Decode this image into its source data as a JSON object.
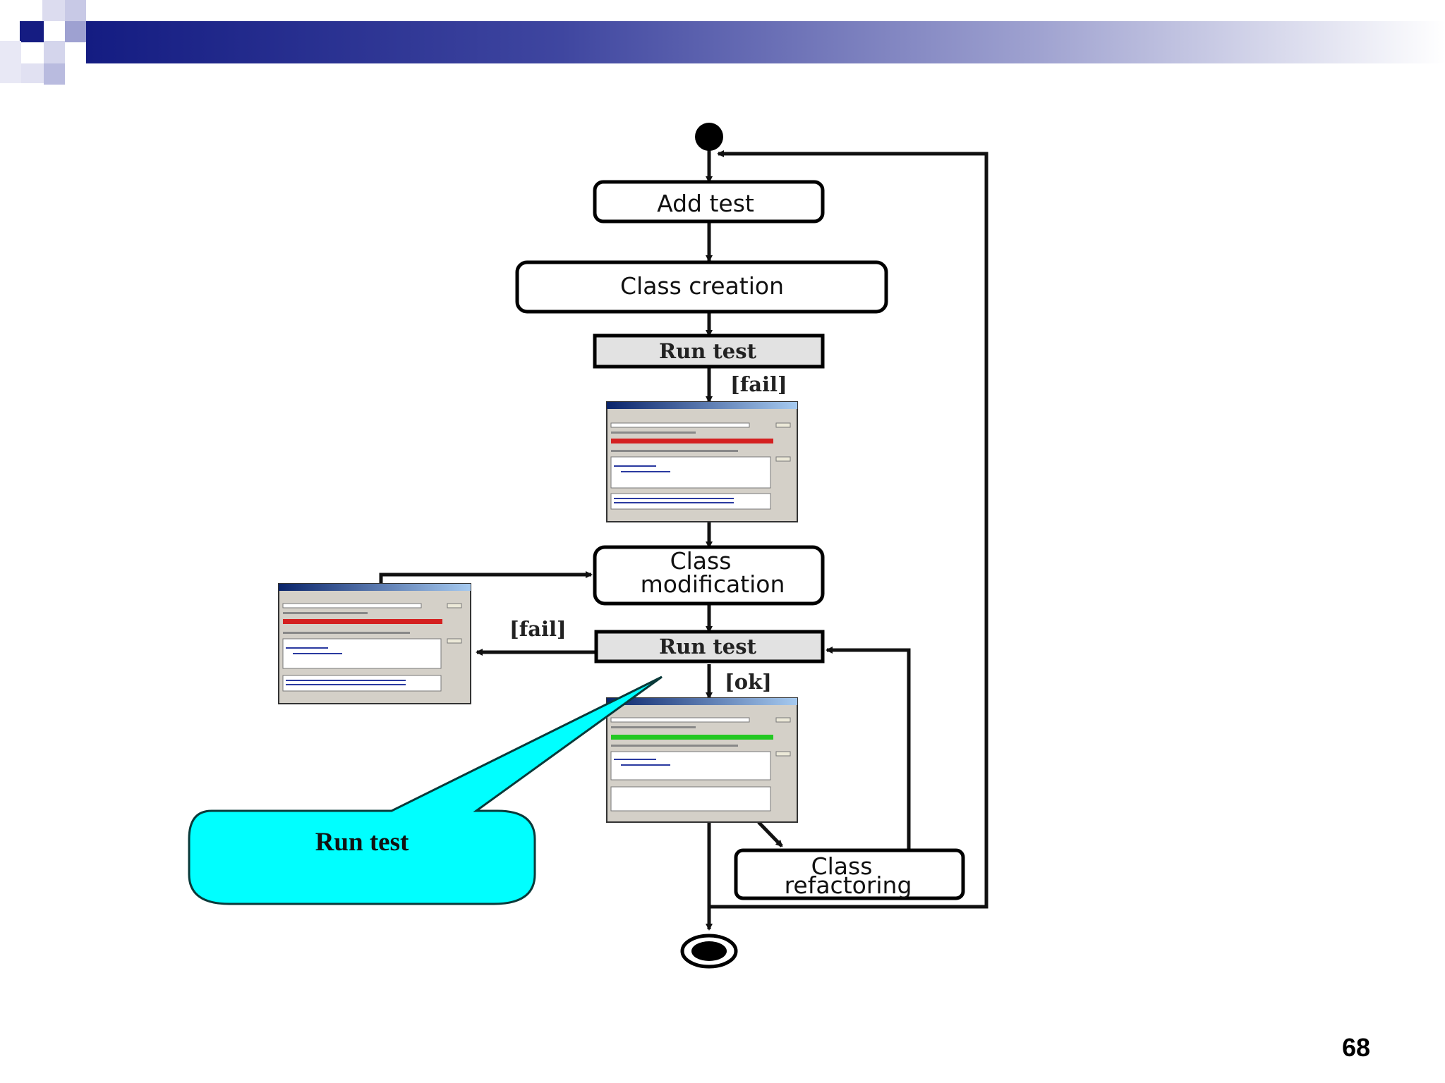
{
  "diagram": {
    "nodes": {
      "add_test": "Add test",
      "class_creation": "Class creation",
      "run_test_1": "Run test",
      "class_modification": [
        "Class",
        "modification"
      ],
      "run_test_2": "Run test",
      "class_refactoring": [
        "Class",
        "refactoring"
      ]
    },
    "guards": {
      "fail_1": "[fail]",
      "fail_2": "[fail]",
      "ok": "[ok]"
    },
    "callout": "Run test"
  },
  "slide": {
    "page_number": "68"
  },
  "colors": {
    "header_band_start": "#141c82",
    "header_band_end": "#ffffff",
    "callout_fill": "#00ffff",
    "run_test_fill": "#e2e2e2",
    "fail_bar": "#d42020",
    "ok_bar": "#22c822"
  }
}
